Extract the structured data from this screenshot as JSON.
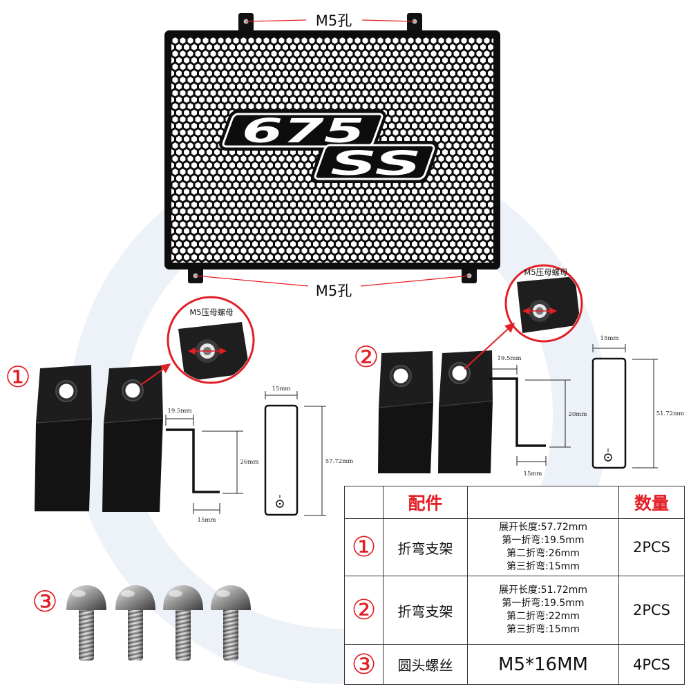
{
  "grille": {
    "logo_line1": "675",
    "logo_line2": "SS",
    "top_hole_label": "M5孔",
    "bottom_hole_label": "M5孔"
  },
  "bracket_1": {
    "marker": "①",
    "callout_label": "M5压母螺母",
    "dim_first_bend": "19.5mm",
    "dim_second_bend": "26mm",
    "dim_third_bend": "15mm",
    "dim_flat_width": "15mm",
    "dim_flat_length": "57.72mm"
  },
  "bracket_2": {
    "marker": "②",
    "callout_label": "M5压母螺母",
    "dim_first_bend": "19.5mm",
    "dim_second_bend": "20mm",
    "dim_third_bend": "15mm",
    "dim_flat_width": "15mm",
    "dim_flat_length": "51.72mm"
  },
  "screws": {
    "marker": "③"
  },
  "table": {
    "header": {
      "part": "配件",
      "qty": "数量"
    },
    "rows": [
      {
        "no": "①",
        "name": "折弯支架",
        "spec_lines": [
          "展开长度:57.72mm",
          "第一折弯:19.5mm",
          "第二折弯:26mm",
          "第三折弯:15mm"
        ],
        "qty": "2PCS"
      },
      {
        "no": "②",
        "name": "折弯支架",
        "spec_lines": [
          "展开长度:51.72mm",
          "第一折弯:19.5mm",
          "第二折弯:22mm",
          "第三折弯:15mm"
        ],
        "qty": "2PCS"
      },
      {
        "no": "③",
        "name": "圆头螺丝",
        "spec": "M5*16MM",
        "qty": "4PCS"
      }
    ]
  },
  "colors": {
    "accent_red": "#e31e24",
    "product_black": "#111111",
    "screw_metal": "#9a9a9a"
  }
}
